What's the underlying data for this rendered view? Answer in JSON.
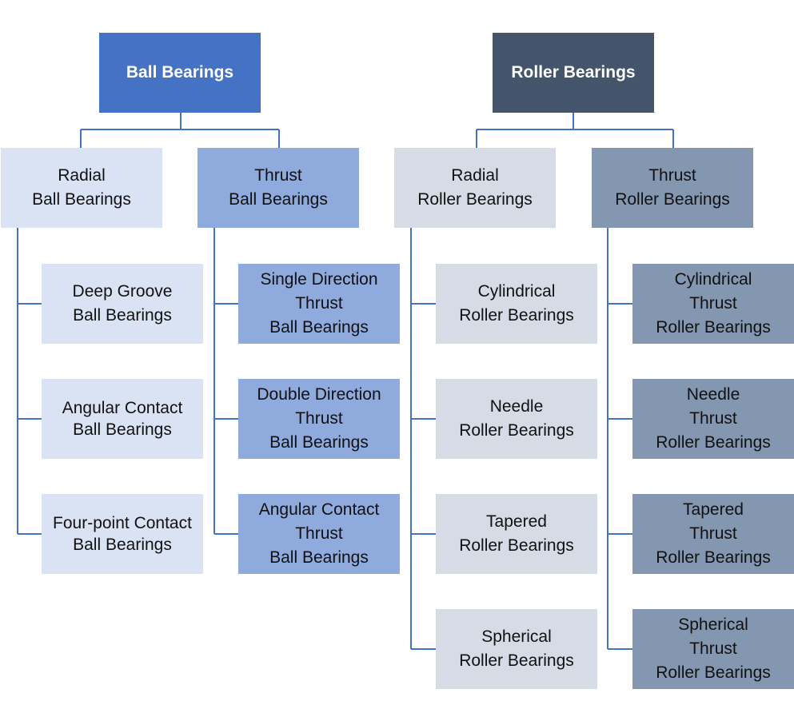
{
  "roots": [
    {
      "id": "ball",
      "label": "Ball Bearings"
    },
    {
      "id": "roller",
      "label": "Roller Bearings"
    }
  ],
  "categories": {
    "radial_ball": [
      "Radial",
      "Ball Bearings"
    ],
    "thrust_ball": [
      "Thrust",
      "Ball Bearings"
    ],
    "radial_roller": [
      "Radial",
      "Roller Bearings"
    ],
    "thrust_roller": [
      "Thrust",
      "Roller Bearings"
    ]
  },
  "leaves": {
    "radial_ball": [
      [
        "Deep Groove",
        "Ball Bearings"
      ],
      [
        "Angular Contact",
        "Ball Bearings"
      ],
      [
        "Four-point Contact",
        "Ball Bearings"
      ]
    ],
    "thrust_ball": [
      [
        "Single Direction",
        "Thrust",
        "Ball Bearings"
      ],
      [
        "Double Direction",
        "Thrust",
        "Ball Bearings"
      ],
      [
        "Angular Contact",
        "Thrust",
        "Ball Bearings"
      ]
    ],
    "radial_roller": [
      [
        "Cylindrical",
        "Roller Bearings"
      ],
      [
        "Needle",
        "Roller Bearings"
      ],
      [
        "Tapered",
        "Roller Bearings"
      ],
      [
        "Spherical",
        "Roller Bearings"
      ]
    ],
    "thrust_roller": [
      [
        "Cylindrical",
        "Thrust",
        "Roller Bearings"
      ],
      [
        "Needle",
        "Thrust",
        "Roller Bearings"
      ],
      [
        "Tapered",
        "Thrust",
        "Roller Bearings"
      ],
      [
        "Spherical",
        "Thrust",
        "Roller Bearings"
      ]
    ]
  },
  "colors": {
    "ball_root": "#4472C4",
    "roller_root": "#44546A",
    "radial_ball": "#DAE3F3",
    "thrust_ball": "#8FAADC",
    "radial_roller": "#D6DCE5",
    "thrust_roller": "#8497B0",
    "connector": "#4472C4"
  }
}
